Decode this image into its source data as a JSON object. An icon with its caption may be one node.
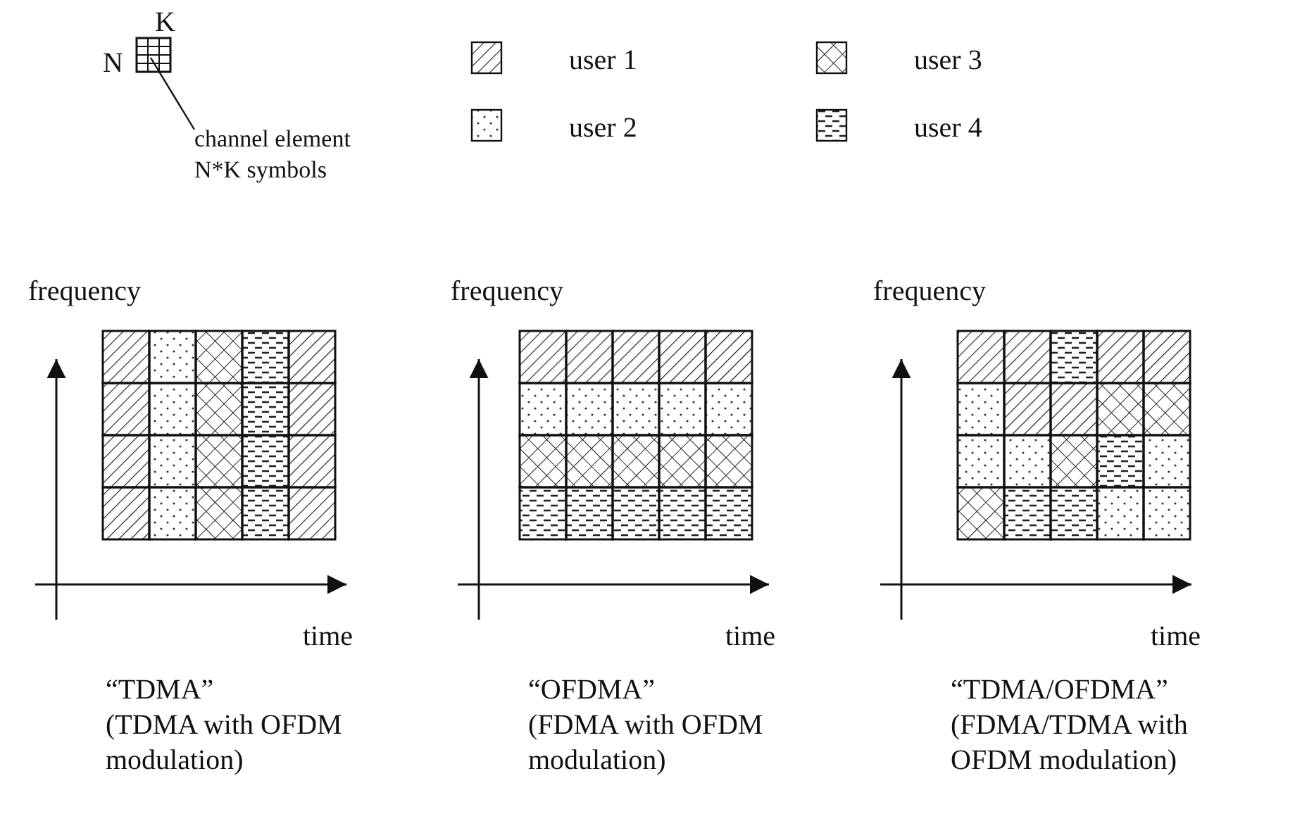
{
  "diagram": {
    "nodes": [
      {
        "text": [],
        "shape": "box"
      },
      {
        "text": [
          "channel element N*K symbols"
        ]
      }
    ],
    "edges": [
      {
        "from": 1,
        "to": 0,
        "arrow": "none"
      }
    ],
    "labels": [
      "K",
      "N",
      "frequency",
      "frequency",
      "frequency",
      "time",
      "time",
      "time",
      "“TDMA”",
      "(TDMA with OFDM modulation)",
      "“OFDMA”",
      "(FDMA with OFDM modulation)",
      "“TDMA/OFDMA”",
      "(FDMA/TDMA with OFDM modulation)"
    ],
    "legend": [
      {
        "text": "user 1"
      },
      {
        "text": "user 3"
      },
      {
        "text": "user 2"
      },
      {
        "text": "user 4"
      }
    ]
  }
}
